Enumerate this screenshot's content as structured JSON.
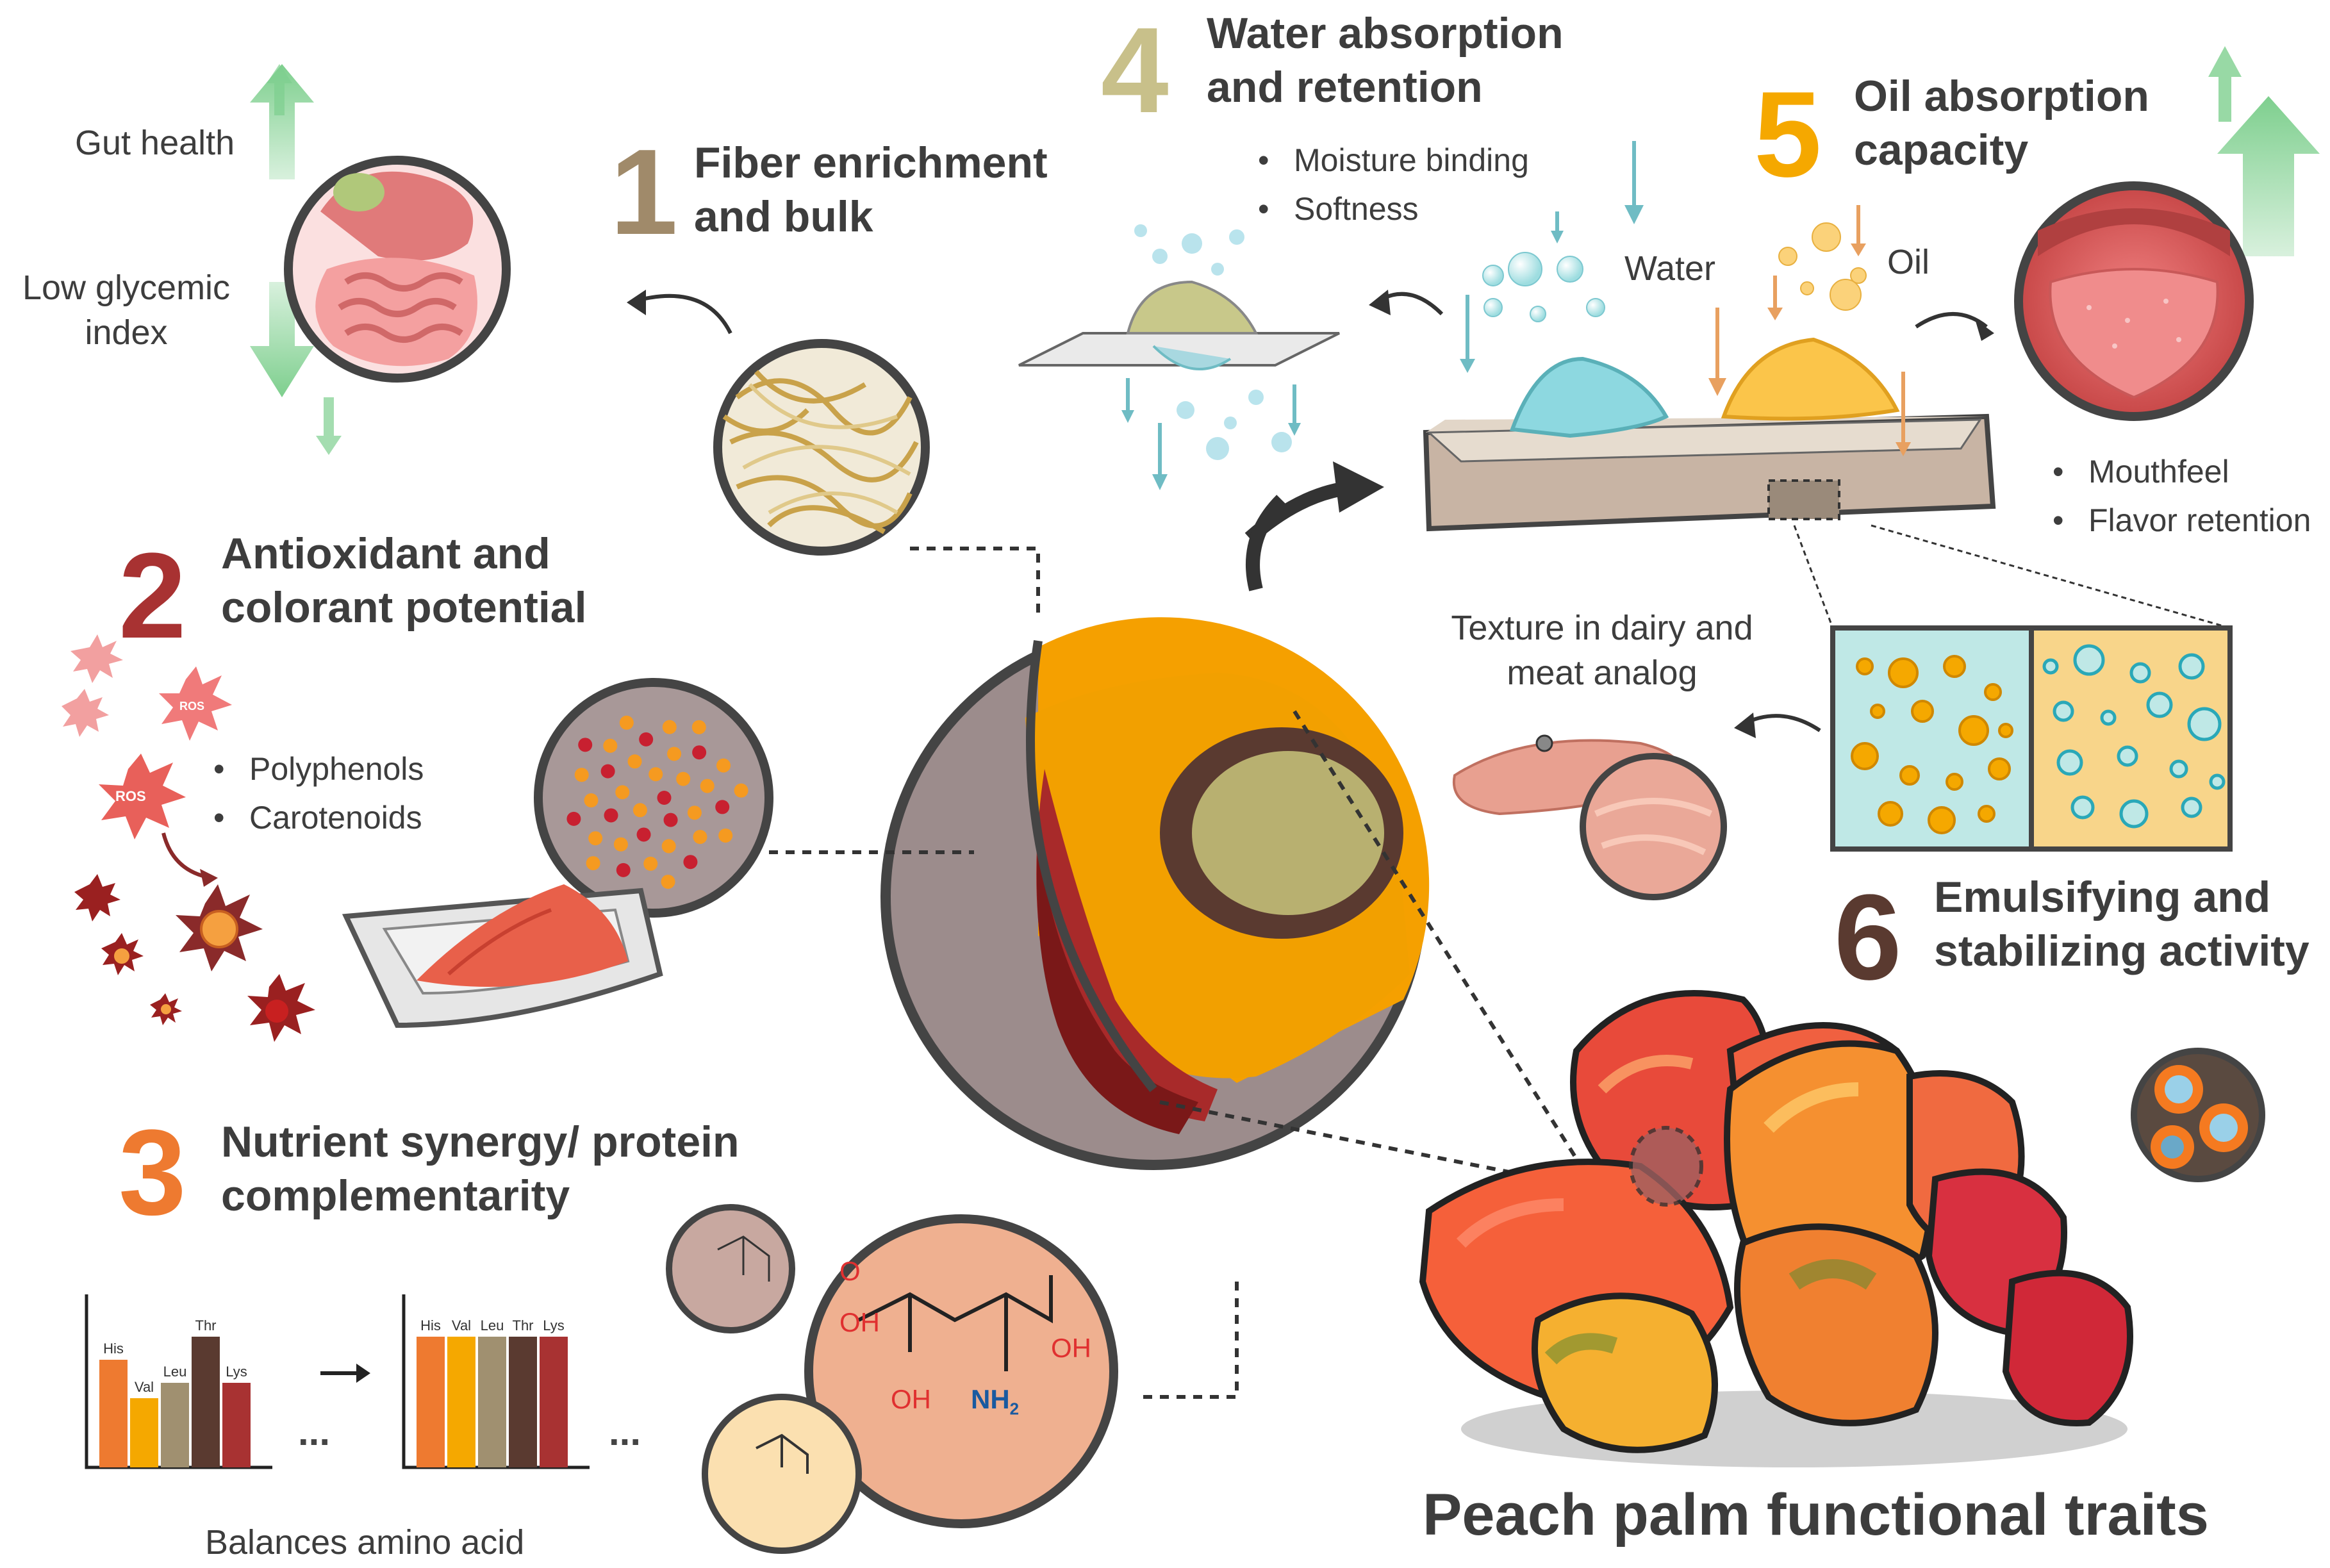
{
  "title": "Peach palm functional traits",
  "traits": [
    {
      "number": "1",
      "heading_line1": "Fiber enrichment",
      "heading_line2": "and bulk",
      "color": "#a08a6a"
    },
    {
      "number": "2",
      "heading_line1": "Antioxidant and",
      "heading_line2": "colorant potential",
      "color": "#a83232"
    },
    {
      "number": "3",
      "heading_line1": "Nutrient synergy/ protein",
      "heading_line2": "complementarity",
      "color": "#ee7a30"
    },
    {
      "number": "4",
      "heading_line1": "Water absorption",
      "heading_line2": "and retention",
      "color": "#c8c08a"
    },
    {
      "number": "5",
      "heading_line1": "Oil absorption",
      "heading_line2": "capacity",
      "color": "#f5a800"
    },
    {
      "number": "6",
      "heading_line1": "Emulsifying and",
      "heading_line2": "stabilizing activity",
      "color": "#5a3a30"
    }
  ],
  "gut": {
    "label1": "Gut health",
    "label2_line1": "Low glycemic",
    "label2_line2": "index"
  },
  "antioxidant": {
    "bullets": [
      "Polyphenols",
      "Carotenoids"
    ],
    "ros_label": "ROS"
  },
  "water": {
    "bullets": [
      "Moisture binding",
      "Softness"
    ],
    "water_label": "Water",
    "oil_label": "Oil"
  },
  "oil": {
    "bullets": [
      "Mouthfeel",
      "Flavor retention"
    ]
  },
  "emulsion": {
    "texture_line1": "Texture in dairy and",
    "texture_line2": "meat analog"
  },
  "amino": {
    "caption": "Balances amino acid",
    "chart_before": {
      "labels": [
        "His",
        "Val",
        "Leu",
        "Thr",
        "Lys"
      ],
      "levels": [
        0.7,
        0.45,
        0.55,
        0.85,
        0.55
      ]
    },
    "chart_after": {
      "labels": [
        "His",
        "Val",
        "Leu",
        "Thr",
        "Lys"
      ],
      "levels": [
        0.85,
        0.85,
        0.85,
        0.85,
        0.85
      ]
    },
    "bar_colors": [
      "#ee7a30",
      "#f5a800",
      "#a09070",
      "#5a3a30",
      "#a83232"
    ],
    "ellipsis": "...",
    "molecule_labels": {
      "oh": "OH",
      "o": "O",
      "nh2": "NH",
      "sub2": "2"
    }
  },
  "colors": {
    "green_arrow": "#7ecf8e",
    "teal_arrow": "#6fbcc4",
    "orange_arrow": "#e8a060",
    "dark": "#3d3d3d"
  }
}
